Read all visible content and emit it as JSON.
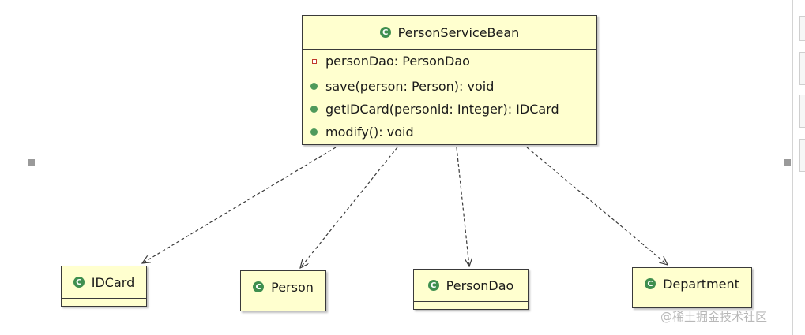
{
  "diagram": {
    "main_class": {
      "name": "PersonServiceBean",
      "attributes": [
        {
          "visibility": "private",
          "text": "personDao: PersonDao"
        }
      ],
      "operations": [
        {
          "visibility": "public",
          "text": "save(person: Person): void"
        },
        {
          "visibility": "public",
          "text": "getIDCard(personid: Integer): IDCard"
        },
        {
          "visibility": "public",
          "text": "modify(): void"
        }
      ]
    },
    "dependencies": [
      {
        "name": "IDCard"
      },
      {
        "name": "Person"
      },
      {
        "name": "PersonDao"
      },
      {
        "name": "Department"
      }
    ],
    "class_icon_glyph": "C",
    "class_icon": "class-icon",
    "relationship": "dependency (dashed arrow)",
    "colors": {
      "class_fill": "#ffffcf",
      "border": "#3a3a3a",
      "class_icon": "#3f8f4f",
      "private_marker": "#c0392b",
      "public_marker": "#4f9a5b"
    }
  },
  "watermark": "@稀土掘金技术社区"
}
